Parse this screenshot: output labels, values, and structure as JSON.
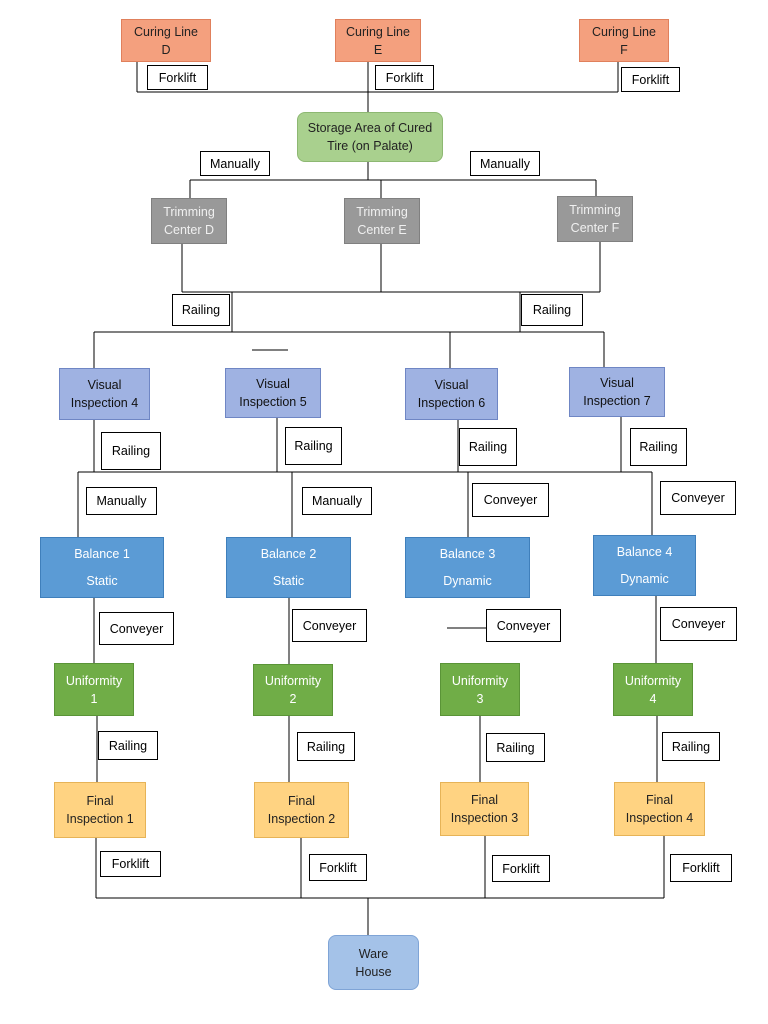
{
  "nodes": {
    "curing_d": [
      "Curing Line",
      "D"
    ],
    "curing_e": [
      "Curing Line",
      "E"
    ],
    "curing_f": [
      "Curing Line",
      "F"
    ],
    "storage": [
      "Storage Area of Cured",
      "Tire (on Palate)"
    ],
    "trim_d": [
      "Trimming",
      "Center D"
    ],
    "trim_e": [
      "Trimming",
      "Center E"
    ],
    "trim_f": [
      "Trimming",
      "Center F"
    ],
    "visual_4": [
      "Visual",
      "Inspection 4"
    ],
    "visual_5": [
      "Visual",
      "Inspection 5"
    ],
    "visual_6": [
      "Visual",
      "Inspection 6"
    ],
    "visual_7": [
      "Visual",
      "Inspection 7"
    ],
    "balance_1": [
      "Balance 1",
      "Static"
    ],
    "balance_2": [
      "Balance 2",
      "Static"
    ],
    "balance_3": [
      "Balance 3",
      "Dynamic"
    ],
    "balance_4": [
      "Balance 4",
      "Dynamic"
    ],
    "unif_1": [
      "Uniformity",
      "1"
    ],
    "unif_2": [
      "Uniformity",
      "2"
    ],
    "unif_3": [
      "Uniformity",
      "3"
    ],
    "unif_4": [
      "Uniformity",
      "4"
    ],
    "final_1": [
      "Final",
      "Inspection 1"
    ],
    "final_2": [
      "Final",
      "Inspection 2"
    ],
    "final_3": [
      "Final",
      "Inspection 3"
    ],
    "final_4": [
      "Final",
      "Inspection 4"
    ],
    "ware": [
      "Ware",
      "House"
    ]
  },
  "labels": {
    "forklift_d": "Forklift",
    "forklift_e": "Forklift",
    "forklift_f": "Forklift",
    "manually_left": "Manually",
    "manually_right": "Manually",
    "railing_trim_left": "Railing",
    "railing_trim_right": "Railing",
    "railing_v4": "Railing",
    "railing_v5": "Railing",
    "railing_v6": "Railing",
    "railing_v7": "Railing",
    "manually_b1": "Manually",
    "manually_b2": "Manually",
    "conveyer_b3": "Conveyer",
    "conveyer_b4": "Conveyer",
    "conveyer_u1": "Conveyer",
    "conveyer_u2": "Conveyer",
    "conveyer_u3": "Conveyer",
    "conveyer_u4": "Conveyer",
    "railing_f1": "Railing",
    "railing_f2": "Railing",
    "railing_f3": "Railing",
    "railing_f4": "Railing",
    "forklift_w1": "Forklift",
    "forklift_w2": "Forklift",
    "forklift_w3": "Forklift",
    "forklift_w4": "Forklift"
  }
}
